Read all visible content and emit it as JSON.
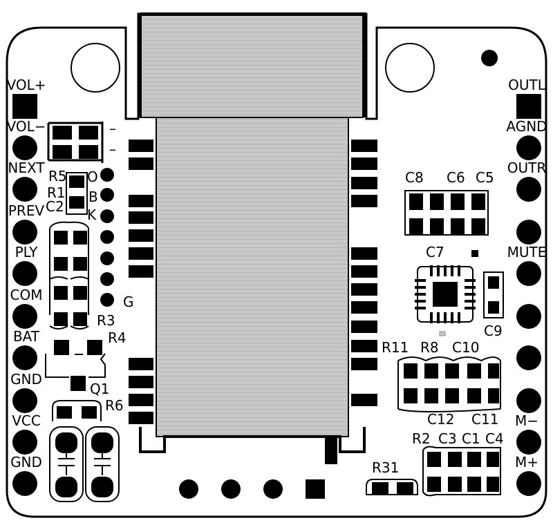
{
  "left_pins": [
    {
      "label": "VOL+",
      "shape": "square"
    },
    {
      "label": "VOL−",
      "shape": "round"
    },
    {
      "label": "NEXT",
      "shape": "round"
    },
    {
      "label": "PREV",
      "shape": "round"
    },
    {
      "label": "PLY",
      "shape": "round"
    },
    {
      "label": "COM",
      "shape": "round"
    },
    {
      "label": "BAT",
      "shape": "round"
    },
    {
      "label": "GND",
      "shape": "round"
    },
    {
      "label": "VCC",
      "shape": "round"
    },
    {
      "label": "GND",
      "shape": "round"
    }
  ],
  "right_pins": [
    {
      "label": "OUTL",
      "shape": "square"
    },
    {
      "label": "AGND",
      "shape": "round"
    },
    {
      "label": "OUTR",
      "shape": "round"
    },
    {
      "label": "",
      "shape": "round"
    },
    {
      "label": "MUTE",
      "shape": "round"
    },
    {
      "label": "",
      "shape": "round"
    },
    {
      "label": "",
      "shape": "round"
    },
    {
      "label": "",
      "shape": "round"
    },
    {
      "label": "M−",
      "shape": "round"
    },
    {
      "label": "M+",
      "shape": "round"
    }
  ],
  "led_labels": [
    "O",
    "B",
    "K",
    "G"
  ],
  "dash_labels": [
    "–",
    "–"
  ],
  "components": {
    "r5": "R5",
    "r1": "R1",
    "c2": "C2",
    "r3": "R3",
    "r4": "R4",
    "q1": "Q1",
    "r6": "R6",
    "c8": "C8",
    "c6": "C6",
    "c5": "C5",
    "c7": "C7",
    "c9": "C9",
    "r11": "R11",
    "r8": "R8",
    "c10": "C10",
    "c12": "C12",
    "c11": "C11",
    "r2": "R2",
    "c3": "C3",
    "c1": "C1",
    "c4": "C4",
    "r31": "R31"
  },
  "colors": {
    "board": "#ffffff",
    "copper": "#000000",
    "module": "#c8c8c8"
  }
}
